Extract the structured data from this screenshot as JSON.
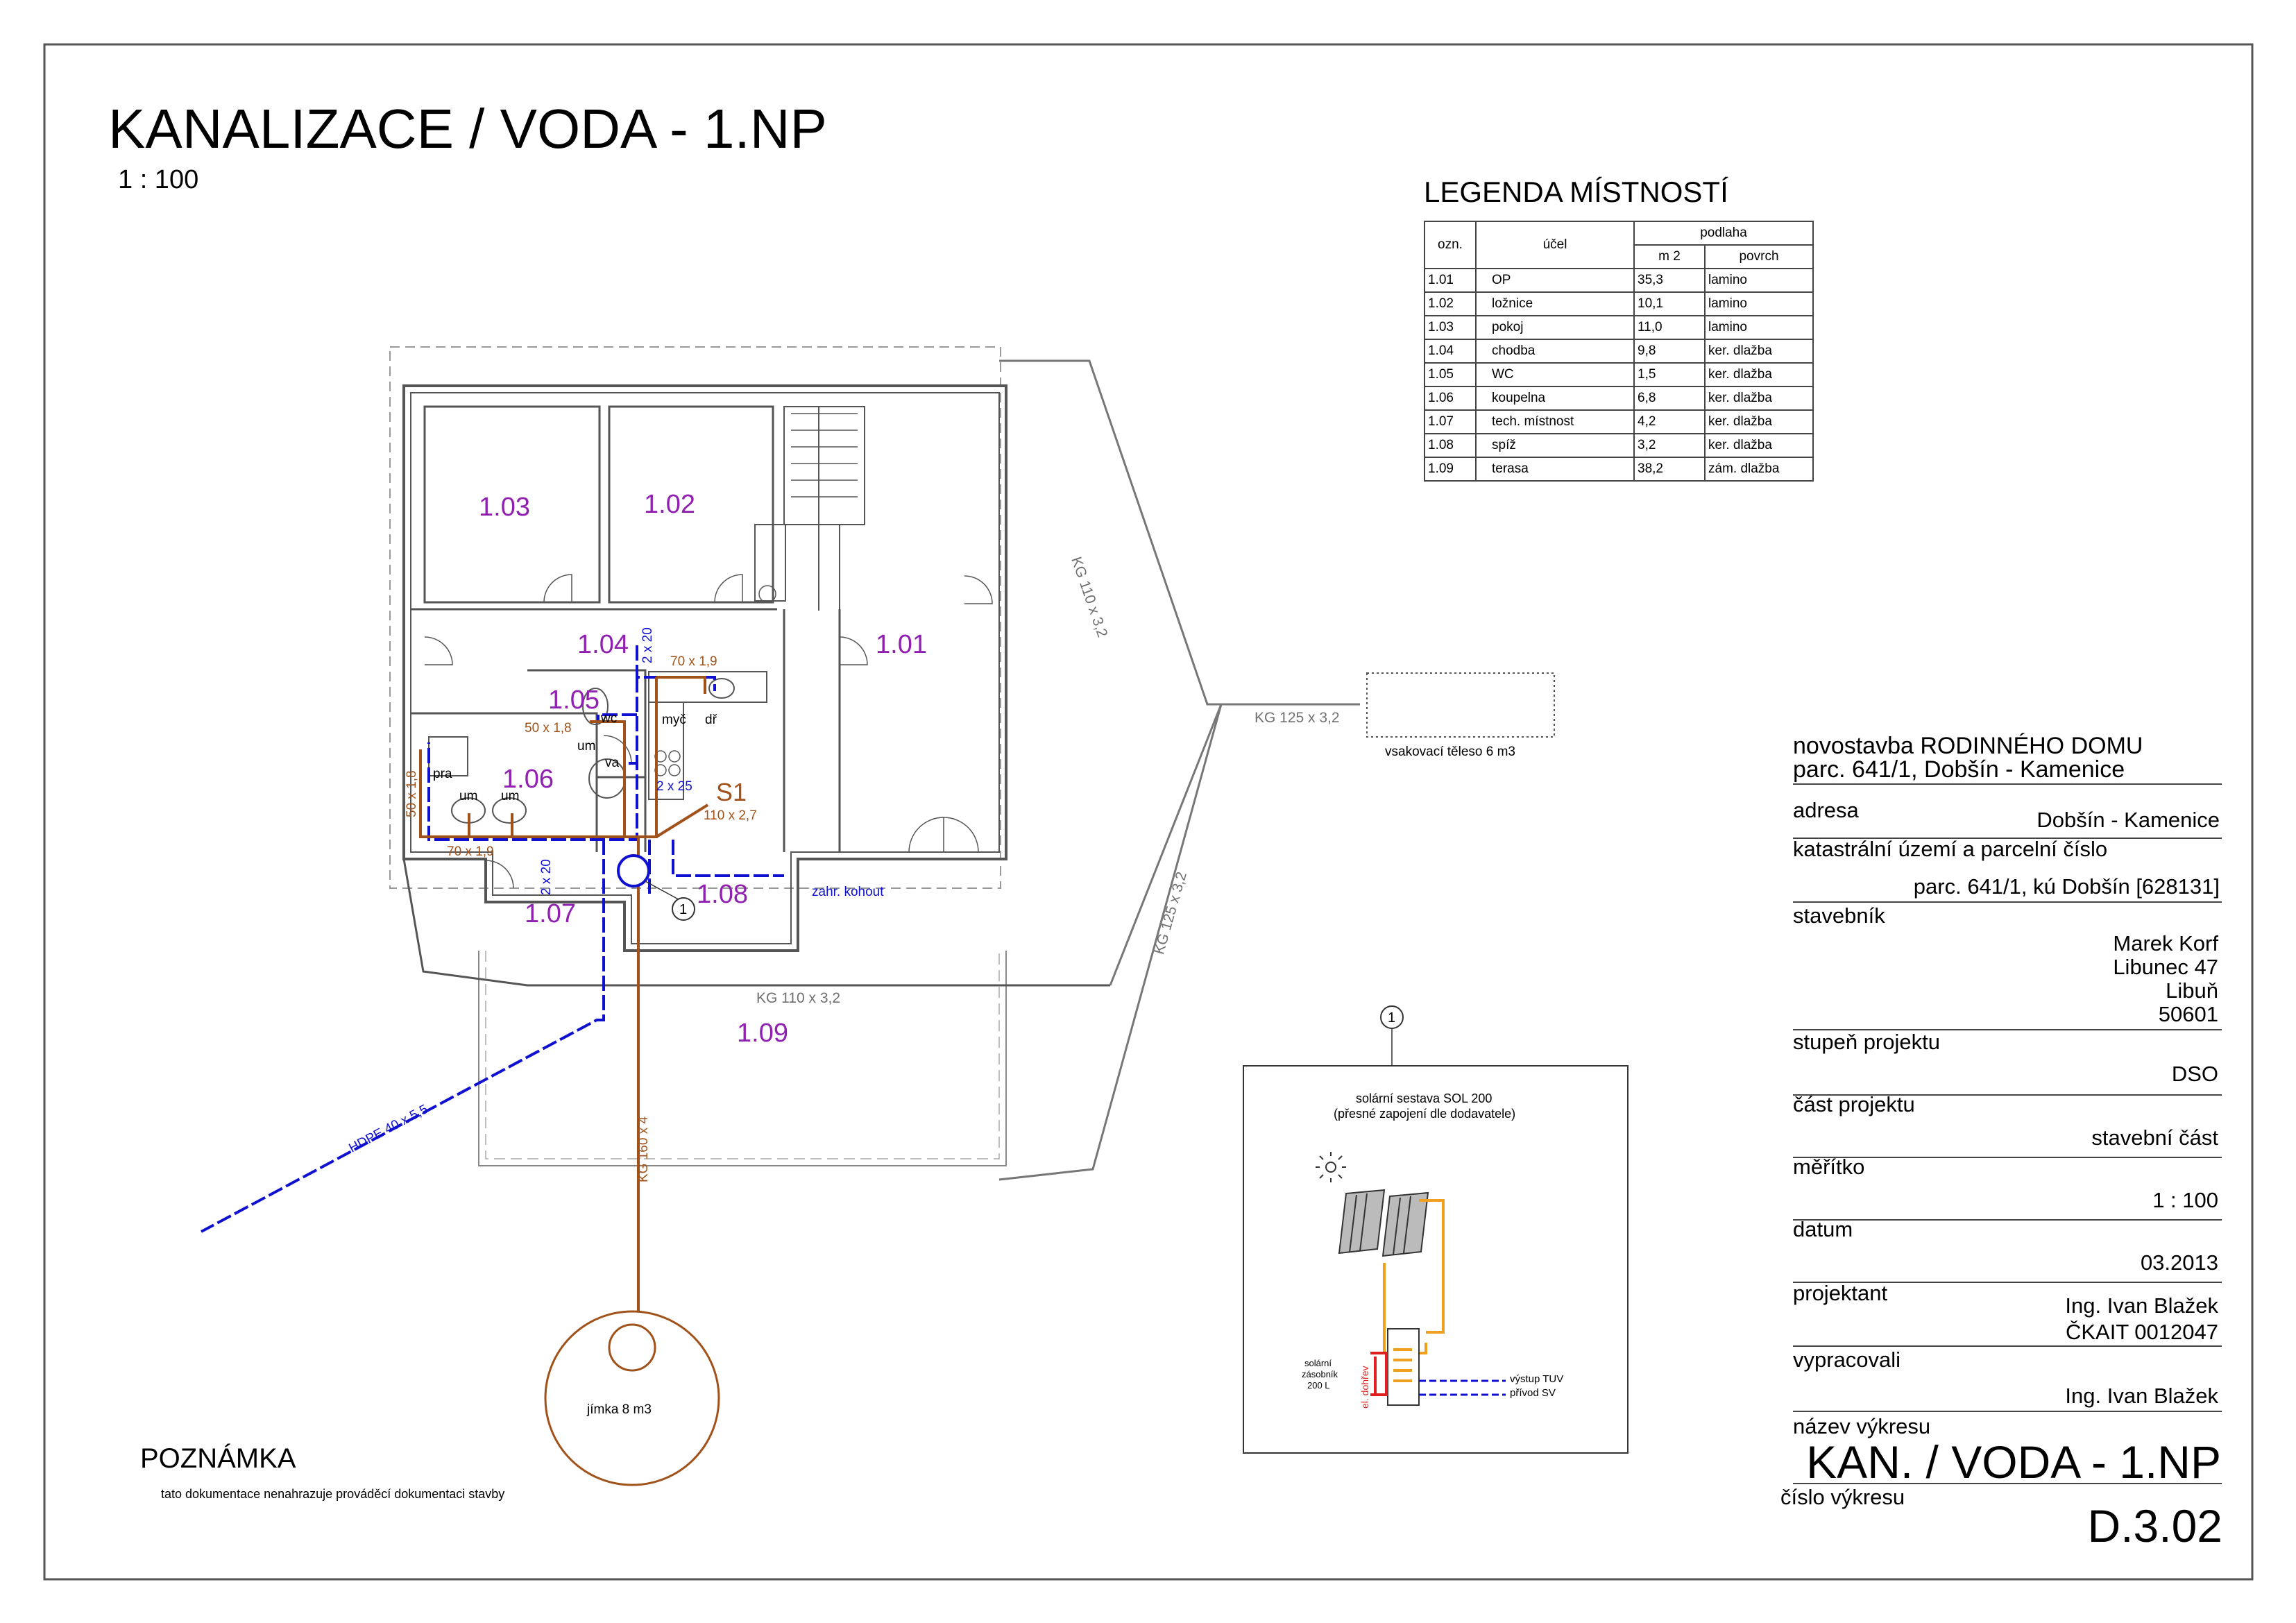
{
  "header": {
    "title": "KANALIZACE / VODA - 1.NP",
    "scale": "1 : 100"
  },
  "legend": {
    "title": "LEGENDA MÍSTNOSTÍ",
    "col_code": "ozn.",
    "col_use": "účel",
    "col_floor": "podlaha",
    "col_area": "m 2",
    "col_surface": "povrch",
    "rows": [
      {
        "code": "1.01",
        "use": "OP",
        "area": "35,3",
        "surface": "lamino"
      },
      {
        "code": "1.02",
        "use": "ložnice",
        "area": "10,1",
        "surface": "lamino"
      },
      {
        "code": "1.03",
        "use": "pokoj",
        "area": "11,0",
        "surface": "lamino"
      },
      {
        "code": "1.04",
        "use": "chodba",
        "area": "9,8",
        "surface": "ker. dlažba"
      },
      {
        "code": "1.05",
        "use": "WC",
        "area": "1,5",
        "surface": "ker. dlažba"
      },
      {
        "code": "1.06",
        "use": "koupelna",
        "area": "6,8",
        "surface": "ker. dlažba"
      },
      {
        "code": "1.07",
        "use": "tech. místnost",
        "area": "4,2",
        "surface": "ker. dlažba"
      },
      {
        "code": "1.08",
        "use": "spíž",
        "area": "3,2",
        "surface": "ker. dlažba"
      },
      {
        "code": "1.09",
        "use": "terasa",
        "area": "38,2",
        "surface": "zám. dlažba"
      }
    ]
  },
  "plan": {
    "rooms": {
      "r101": "1.01",
      "r102": "1.02",
      "r103": "1.03",
      "r104": "1.04",
      "r105": "1.05",
      "r106": "1.06",
      "r107": "1.07",
      "r108": "1.08",
      "r109": "1.09"
    },
    "fixtures": {
      "wc": "wc",
      "um_wc": "um",
      "va": "va",
      "myc": "myč",
      "dr": "dř",
      "pra": "pra",
      "um1": "um",
      "um2": "um"
    },
    "pipe_labels": {
      "kg110_top": "KG 110 x 3,2",
      "kg125_h": "KG 125 x 3,2",
      "kg125_diag": "KG 125 x 3,2",
      "kg110_bottom": "KG 110 x 3,2",
      "hdpe": "HDPE 40 x 5,5",
      "kg160": "KG 160 x 4",
      "s70_top": "70 x 1,9",
      "s50_wc": "50 x 1,8",
      "s50_left": "50 x 1,8",
      "s70_bottom": "70 x 1,9",
      "s110": "110 x 2,7",
      "stack": "S1",
      "w2x20_top": "2 x 20",
      "w2x25": "2 x 25",
      "w2x20_bottom": "2 x 20",
      "tap": "zahr. kohout"
    },
    "soakaway": "vsakovací těleso 6 m3",
    "cesspool": "jímka 8 m3",
    "callout": "1"
  },
  "detail": {
    "callout": "1",
    "title_line1": "solární sestava SOL 200",
    "title_line2": "(přesné zapojení dle dodavatele)",
    "tank_line1": "solární",
    "tank_line2": "zásobník",
    "tank_line3": "200 L",
    "heater": "el. dohřev",
    "out_tuv": "výstup TUV",
    "in_sv": "přívod SV"
  },
  "note": {
    "title": "POZNÁMKA",
    "text": "tato dokumentace nenahrazuje prováděcí dokumentaci stavby"
  },
  "titleblock": {
    "project_line1": "novostavba RODINNÉHO DOMU",
    "project_line2": "parc. 641/1, Dobšín - Kamenice",
    "address_label": "adresa",
    "address": "Dobšín - Kamenice",
    "cadastre_label": "katastrální území a parcelní číslo",
    "cadastre": "parc. 641/1, kú Dobšín [628131]",
    "client_label": "stavebník",
    "client_name": "Marek Korf",
    "client_street": "Libunec 47",
    "client_city": "Libuň",
    "client_zip": "50601",
    "stage_label": "stupeň projektu",
    "stage": "DSO",
    "part_label": "část projektu",
    "part": "stavební část",
    "scale_label": "měřítko",
    "scale": "1 : 100",
    "date_label": "datum",
    "date": "03.2013",
    "designer_label": "projektant",
    "designer": "Ing. Ivan Blažek",
    "designer_id": "ČKAIT 0012047",
    "author_label": "vypracovali",
    "author": "Ing. Ivan Blažek",
    "drawing_name_label": "název výkresu",
    "drawing_name": "KAN. / VODA - 1.NP",
    "drawing_no_label": "číslo výkresu",
    "drawing_no": "D.3.02"
  },
  "colors": {
    "sewer": "#a0521a",
    "water": "#1010d0",
    "room_label": "#9020b0",
    "wall": "#555555",
    "solar_hot": "#f0a020",
    "solar_red": "#e02020"
  }
}
